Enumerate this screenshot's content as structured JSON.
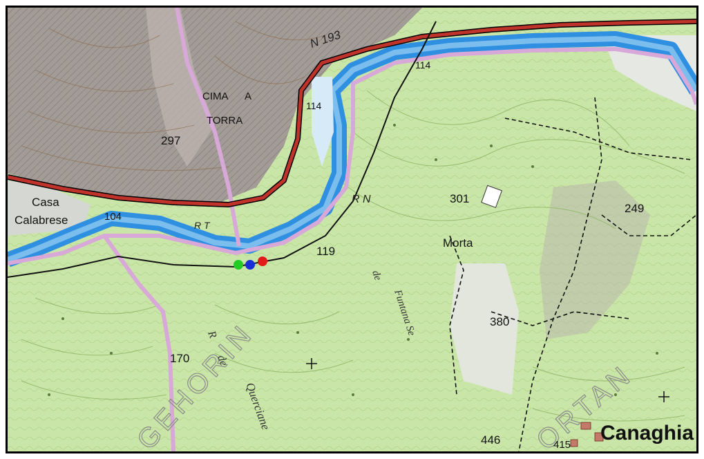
{
  "places": {
    "casa": "Casa",
    "calabrese": "Calabrese",
    "cima": "CIMA",
    "a": "A",
    "torra": "TORRA",
    "morta": "Morta",
    "canaghia": "Canaghia"
  },
  "spot_heights": {
    "h297": "297",
    "h301": "301",
    "h249": "249",
    "h119": "119",
    "h114a": "114",
    "h114b": "114",
    "h104": "104",
    "h380": "380",
    "h170": "170",
    "h446": "446",
    "h415": "415"
  },
  "roads": {
    "n193": "N 193",
    "rn": "R N",
    "rt": "R T"
  },
  "streams": {
    "r_de_querciane_r": "R",
    "r_de_querciane_de": "de",
    "r_de_querciane_name": "Querciane",
    "fontana_de": "de",
    "fontana_name": "Funtana Se"
  },
  "boundary_labels": {
    "left": "GEHORIN",
    "right": "ORTAN"
  },
  "markers": {
    "colors": {
      "green": "#22cc22",
      "blue": "#1a2fd6",
      "red": "#e21a1a"
    }
  },
  "colors": {
    "terrain_green": "#c9e6a8",
    "rock_grey": "#a39b96",
    "river_blue": "#2f8fe0",
    "road_red": "#c0332a",
    "boundary_pink": "#d8a8d8",
    "contour_brown": "#b07a3a"
  }
}
